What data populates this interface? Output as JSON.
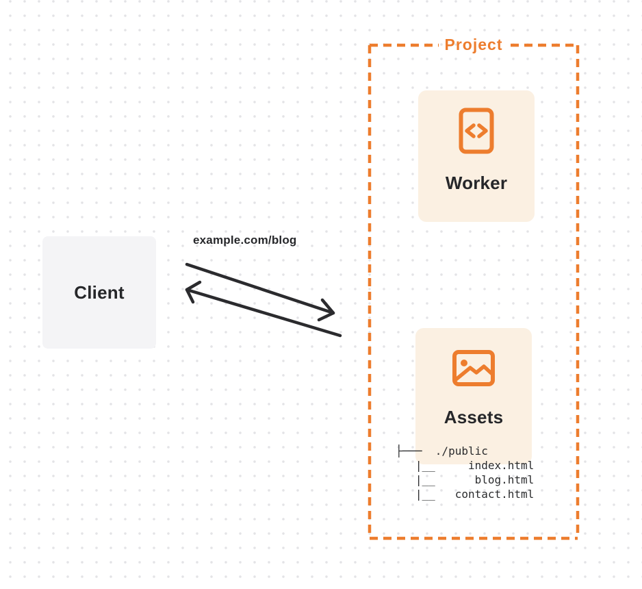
{
  "colors": {
    "accent_orange": "#ED7D2E",
    "card_bg": "#FBF0E2",
    "client_bg": "#F4F4F6",
    "text_dark": "#26272A",
    "arrow": "#2B2B2E",
    "dot": "#E3E3E6"
  },
  "client": {
    "label": "Client"
  },
  "request": {
    "label": "example.com/blog"
  },
  "project": {
    "label": "Project",
    "worker": {
      "label": "Worker",
      "icon": "code-document-icon"
    },
    "assets": {
      "label": "Assets",
      "icon": "image-icon",
      "file_tree": "├───  ./public\n   |__     index.html\n   |__      blog.html\n   |__   contact.html"
    }
  }
}
